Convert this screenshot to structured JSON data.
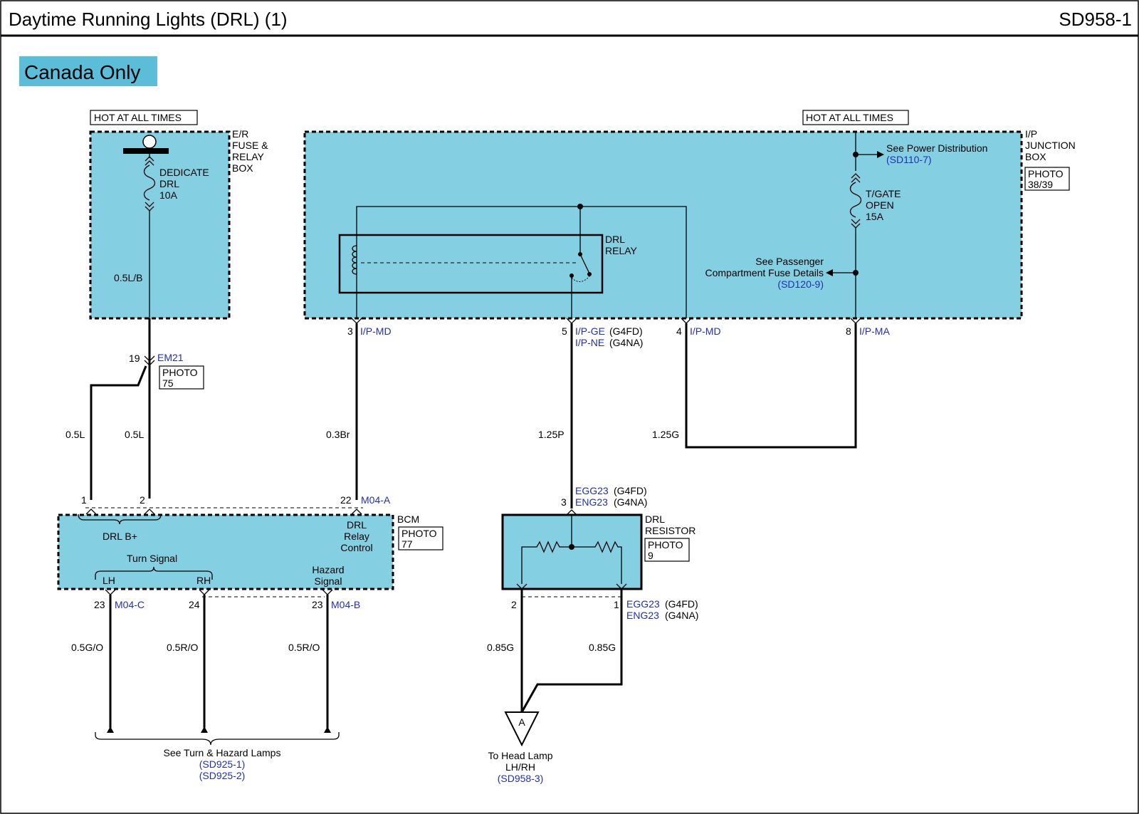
{
  "header": {
    "title": "Daytime Running Lights (DRL) (1)",
    "code": "SD958-1"
  },
  "region_badge": "Canada Only",
  "colors": {
    "module_fill": "#85cfe2",
    "badge_fill": "#5bbdd8",
    "link_blue": "#1f2fb8"
  },
  "hot_labels": {
    "left": "HOT AT ALL TIMES",
    "right": "HOT AT ALL TIMES"
  },
  "er_box": {
    "name": [
      "E/R",
      "FUSE &",
      "RELAY",
      "BOX"
    ],
    "fuse": [
      "DEDICATE",
      "DRL",
      "10A"
    ],
    "wire": "0.5L/B"
  },
  "ip_box": {
    "name": [
      "I/P",
      "JUNCTION",
      "BOX"
    ],
    "photo": [
      "PHOTO",
      "38/39"
    ],
    "power_dist_label": "See Power Distribution",
    "power_dist_ref": "(SD110-7)",
    "fuse": [
      "T/GATE",
      "OPEN",
      "15A"
    ],
    "passenger_label": [
      "See Passenger",
      "Compartment Fuse Details"
    ],
    "passenger_ref": "(SD120-9)",
    "relay": [
      "DRL",
      "RELAY"
    ]
  },
  "ip_connectors": [
    {
      "pin": "3",
      "name": "I/P-MD",
      "extra": ""
    },
    {
      "pin": "5",
      "name": "I/P-GE",
      "extra": "(G4FD)",
      "name2": "I/P-NE",
      "extra2": "(G4NA)"
    },
    {
      "pin": "4",
      "name": "I/P-MD",
      "extra": ""
    },
    {
      "pin": "8",
      "name": "I/P-MA",
      "extra": ""
    }
  ],
  "em21": {
    "pin": "19",
    "name": "EM21",
    "photo": [
      "PHOTO",
      "75"
    ]
  },
  "wires": {
    "w1": "0.5L",
    "w2": "0.5L",
    "w3": "0.3Br",
    "w4": "1.25P",
    "w5": "1.25G",
    "w6": "0.5G/O",
    "w7": "0.5R/O",
    "w8": "0.5R/O",
    "w9": "0.85G",
    "w10": "0.85G"
  },
  "bcm": {
    "name": "BCM",
    "photo": [
      "PHOTO",
      "77"
    ],
    "top_pins": [
      "1",
      "2",
      "22"
    ],
    "top_connector": "M04-A",
    "drl_b": "DRL B+",
    "relay_control": [
      "DRL",
      "Relay",
      "Control"
    ],
    "turn_signal": "Turn Signal",
    "lh": "LH",
    "rh": "RH",
    "hazard": [
      "Hazard",
      "Signal"
    ],
    "bottom": [
      {
        "pin": "23",
        "name": "M04-C"
      },
      {
        "pin": "24",
        "name": ""
      },
      {
        "pin": "23",
        "name": "M04-B"
      }
    ]
  },
  "resistor": {
    "name": [
      "DRL",
      "RESISTOR"
    ],
    "photo": [
      "PHOTO",
      "9"
    ],
    "top_pin": "3",
    "top_conn": [
      "EGG23",
      "(G4FD)",
      "ENG23",
      "(G4NA)"
    ],
    "pin_left": "2",
    "pin_right": "1",
    "bottom_conn": [
      "EGG23",
      "(G4FD)",
      "ENG23",
      "(G4NA)"
    ]
  },
  "turn_hazard": {
    "label": "See Turn & Hazard Lamps",
    "refs": [
      "(SD925-1)",
      "(SD925-2)"
    ]
  },
  "head_lamp": {
    "symbol": "A",
    "label": [
      "To Head Lamp",
      "LH/RH"
    ],
    "ref": "(SD958-3)"
  }
}
